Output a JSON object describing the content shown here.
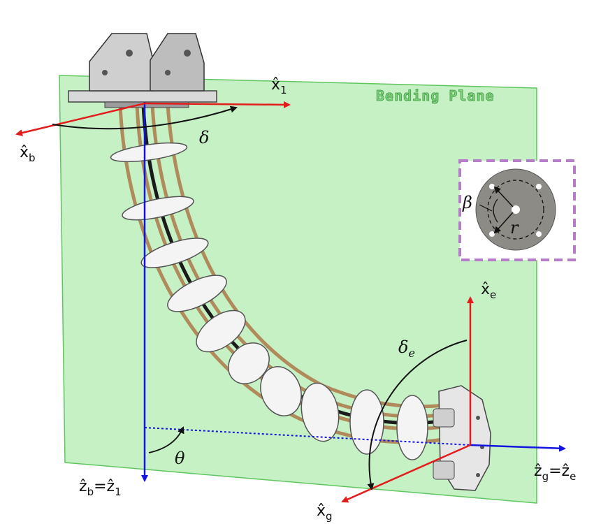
{
  "plane_label": "Bending Plane",
  "axes": {
    "x1": "x̂",
    "x1_sub": "1",
    "xb": "x̂",
    "xb_sub": "b",
    "xe": "x̂",
    "xe_sub": "e",
    "xg": "x̂",
    "xg_sub": "g",
    "zb_z1_a": "ẑ",
    "zb_z1_a_sub": "b",
    "zb_z1_eq": "=ẑ",
    "zb_z1_b_sub": "1",
    "zg_ze_a": "ẑ",
    "zg_ze_a_sub": "g",
    "zg_ze_eq": "=ẑ",
    "zg_ze_b_sub": "e"
  },
  "angles": {
    "delta": "δ",
    "delta_e": "δ",
    "delta_e_sub": "e",
    "theta": "θ",
    "beta": "β",
    "r": "r"
  },
  "colors": {
    "plane_fill": "#7fe07f",
    "axis_red": "#e41b1b",
    "axis_blue": "#1414e0",
    "inset_border": "#b57cc8",
    "disk_gray": "#8c8b86",
    "rod_tan": "#b08a5a"
  }
}
